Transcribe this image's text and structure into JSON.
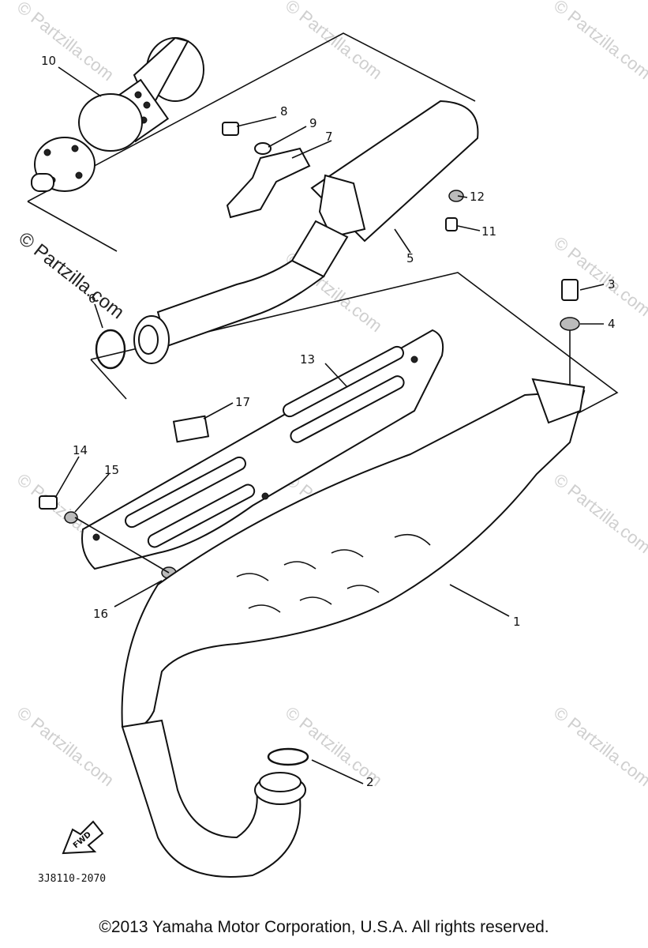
{
  "watermark": {
    "text": "© Partzilla.com"
  },
  "callouts": [
    {
      "id": "1",
      "label": "1"
    },
    {
      "id": "2",
      "label": "2"
    },
    {
      "id": "3",
      "label": "3"
    },
    {
      "id": "4",
      "label": "4"
    },
    {
      "id": "5",
      "label": "5"
    },
    {
      "id": "6",
      "label": "6"
    },
    {
      "id": "7",
      "label": "7"
    },
    {
      "id": "8",
      "label": "8"
    },
    {
      "id": "9",
      "label": "9"
    },
    {
      "id": "10",
      "label": "10"
    },
    {
      "id": "11",
      "label": "11"
    },
    {
      "id": "12",
      "label": "12"
    },
    {
      "id": "13",
      "label": "13"
    },
    {
      "id": "14",
      "label": "14"
    },
    {
      "id": "15",
      "label": "15"
    },
    {
      "id": "16",
      "label": "16"
    },
    {
      "id": "17",
      "label": "17"
    }
  ],
  "fwd_label": "FWD",
  "diagram_code": "3J8110-2070",
  "copyright": "©2013 Yamaha Motor Corporation, U.S.A. All rights reserved."
}
